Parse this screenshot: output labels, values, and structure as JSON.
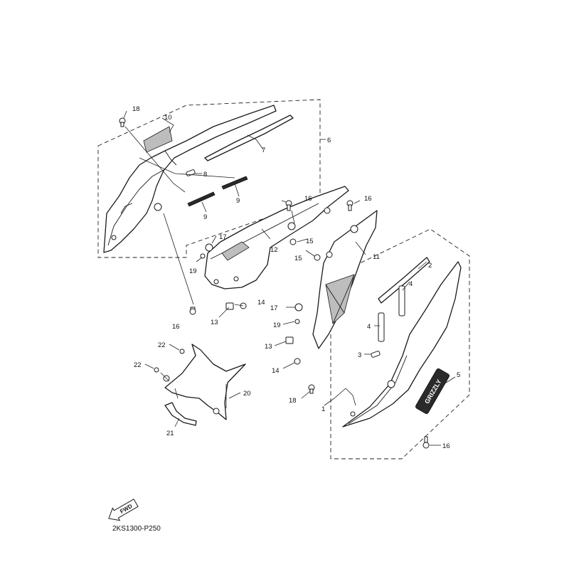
{
  "diagram": {
    "part_code": "2KS1300-P250",
    "fwd_label": "FWD",
    "emblem_text": "GRIZZLY",
    "callouts": [
      {
        "id": "c18a",
        "label": "18"
      },
      {
        "id": "c10",
        "label": "10"
      },
      {
        "id": "c6",
        "label": "6"
      },
      {
        "id": "c7",
        "label": "7"
      },
      {
        "id": "c8",
        "label": "8"
      },
      {
        "id": "c9a",
        "label": "9"
      },
      {
        "id": "c9b",
        "label": "9"
      },
      {
        "id": "c16a",
        "label": "16"
      },
      {
        "id": "c16b",
        "label": "16"
      },
      {
        "id": "c16c",
        "label": "16"
      },
      {
        "id": "c16d",
        "label": "16"
      },
      {
        "id": "c17a",
        "label": "17"
      },
      {
        "id": "c17b",
        "label": "17"
      },
      {
        "id": "c19a",
        "label": "19"
      },
      {
        "id": "c19b",
        "label": "19"
      },
      {
        "id": "c12",
        "label": "12"
      },
      {
        "id": "c15a",
        "label": "15"
      },
      {
        "id": "c15b",
        "label": "15"
      },
      {
        "id": "c11",
        "label": "11"
      },
      {
        "id": "c2",
        "label": "2"
      },
      {
        "id": "c4a",
        "label": "4"
      },
      {
        "id": "c4b",
        "label": "4"
      },
      {
        "id": "c3",
        "label": "3"
      },
      {
        "id": "c5",
        "label": "5"
      },
      {
        "id": "c13a",
        "label": "13"
      },
      {
        "id": "c13b",
        "label": "13"
      },
      {
        "id": "c14a",
        "label": "14"
      },
      {
        "id": "c14b",
        "label": "14"
      },
      {
        "id": "c22a",
        "label": "22"
      },
      {
        "id": "c22b",
        "label": "22"
      },
      {
        "id": "c20",
        "label": "20"
      },
      {
        "id": "c21",
        "label": "21"
      },
      {
        "id": "c18b",
        "label": "18"
      },
      {
        "id": "c1",
        "label": "1"
      }
    ]
  }
}
